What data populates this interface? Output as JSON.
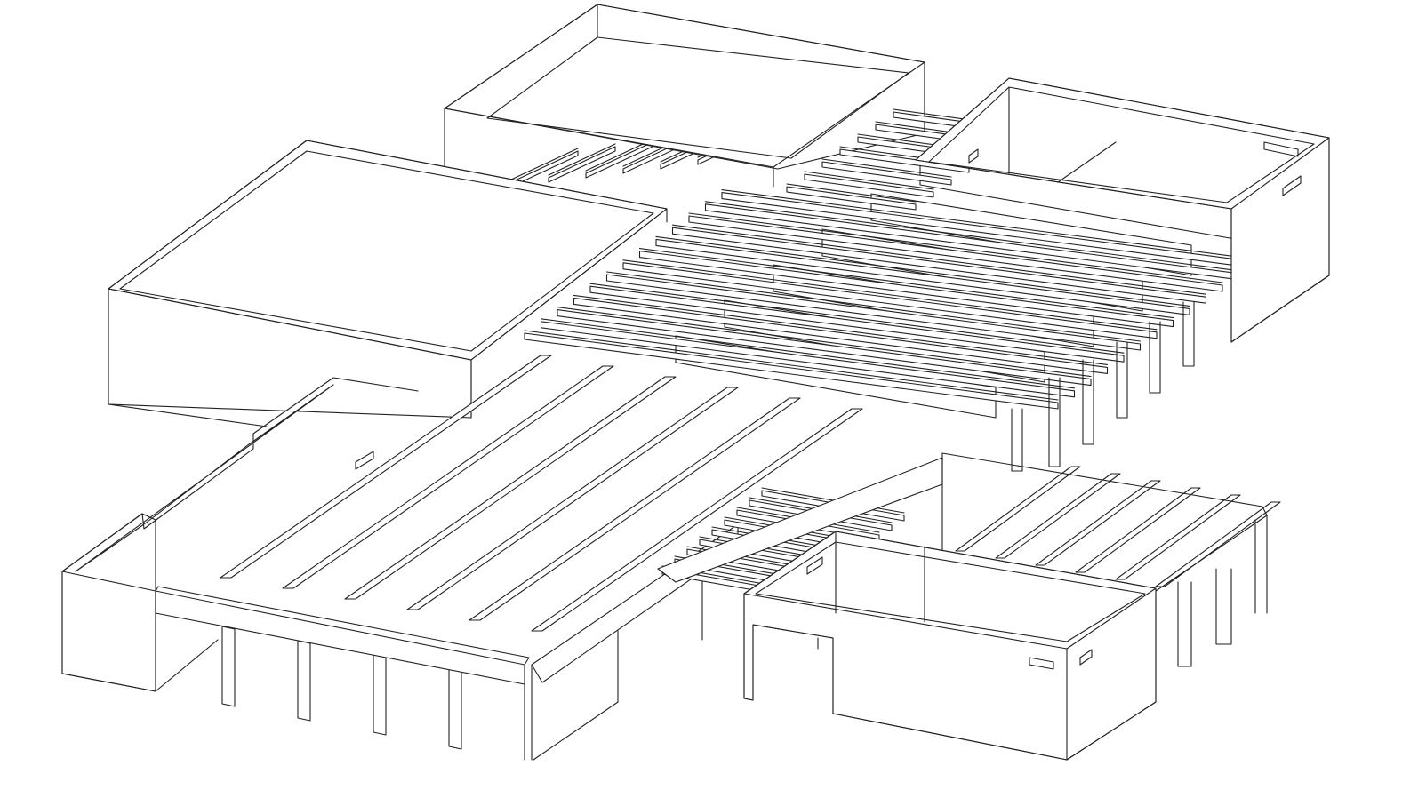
{
  "diagram": {
    "kind": "isometric structural wireframe",
    "colors": {
      "background": "#ffffff",
      "line": "#222222"
    },
    "blocks": [
      {
        "id": "tall-box-north",
        "beams": 6
      },
      {
        "id": "tall-box-west"
      },
      {
        "id": "box-east",
        "openings": 2
      },
      {
        "id": "low-frame-southwest",
        "beams": 6,
        "columns": 4
      },
      {
        "id": "central-deck",
        "beams": 13,
        "girders": 7
      },
      {
        "id": "box-southeast",
        "openings": 3
      },
      {
        "id": "deck-southeast",
        "beams": 9
      }
    ]
  }
}
